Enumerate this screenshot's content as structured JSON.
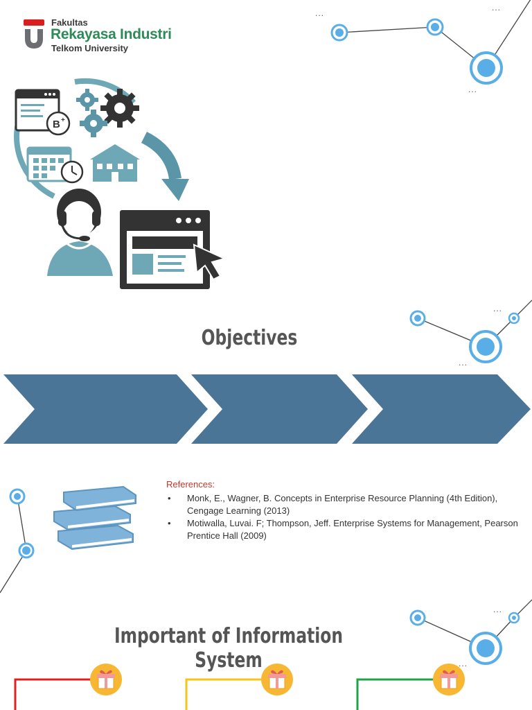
{
  "logo": {
    "line1": "Fakultas",
    "line2": "Rekayasa Industri",
    "line3": "Telkom University"
  },
  "decor": {
    "ellipsis": "..."
  },
  "sections": {
    "objectives_title": "Objectives",
    "important_title": "Important of Information System"
  },
  "references": {
    "heading": "References:",
    "items": [
      "Monk, E., Wagner, B. Concepts in Enterprise Resource Planning (4th Edition), Cengage Learning (2013)",
      "Motiwalla, Luvai. F; Thompson, Jeff. Enterprise Systems for Management, Pearson Prentice Hall (2009)"
    ]
  },
  "colors": {
    "chevron": "#4a7597",
    "node": "#5aaee8",
    "accent_red": "#e02020",
    "accent_yellow": "#f5c518",
    "accent_green": "#1ea34a",
    "gift": "#f7b733"
  },
  "icons": {
    "illustration": "customer-support-website-icon",
    "books": "books-icon",
    "gift": "gift-icon"
  }
}
